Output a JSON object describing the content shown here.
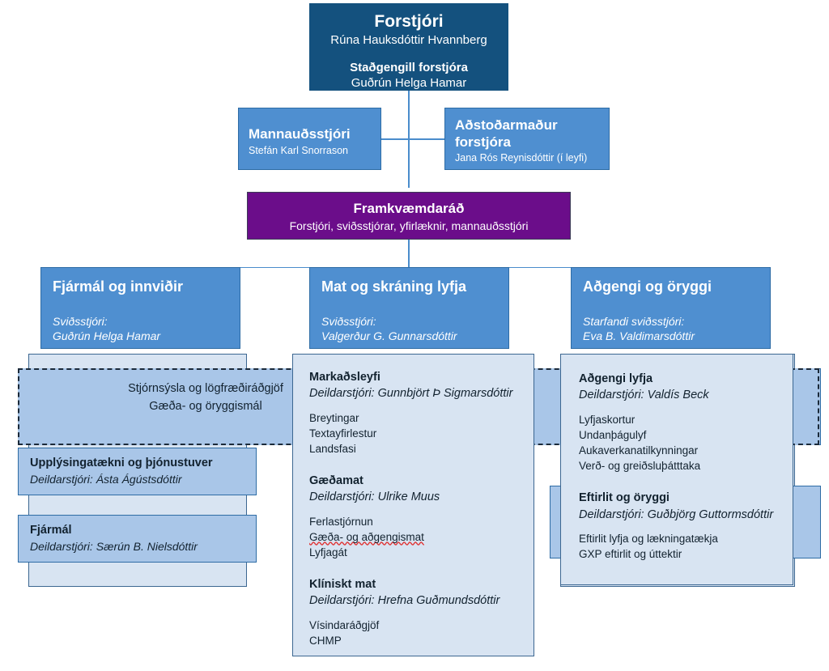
{
  "ceo": {
    "title": "Forstjóri",
    "name": "Rúna Hauksdóttir Hvannberg",
    "deputy_title": "Staðgengill forstjóra",
    "deputy_name": "Guðrún Helga Hamar"
  },
  "staff": [
    {
      "title": "Mannauðsstjóri",
      "name": "Stefán Karl Snorrason"
    },
    {
      "title": "Aðstoðarmaður forstjóra",
      "name": "Jana Rós Reynisdóttir (í leyfi)"
    }
  ],
  "council": {
    "title": "Framkvæmdaráð",
    "members": "Forstjóri, sviðsstjórar, yfirlæknir, mannauðsstjóri"
  },
  "divisions": [
    {
      "title": "Fjármál og innviðir",
      "role_label": "Sviðsstjóri:",
      "manager": "Guðrún Helga Hamar"
    },
    {
      "title": "Mat og skráning lyfja",
      "role_label": "Sviðsstjóri:",
      "manager": "Valgerður G. Gunnarsdóttir"
    },
    {
      "title": "Aðgengi og öryggi",
      "role_label": "Starfandi sviðsstjóri:",
      "manager": "Eva B. Valdimarsdóttir"
    }
  ],
  "dashed_band": {
    "line1": "Stjórnsýsla og lögfræðiráðgjöf",
    "line2": "Gæða- og öryggismál"
  },
  "left_units": [
    {
      "title": "Upplýsingatækni og þjónustuver",
      "manager": "Deildarstjóri: Ásta Ágústsdóttir"
    },
    {
      "title": "Fjármál",
      "manager": "Deildarstjóri: Særún B. Nielsdóttir"
    }
  ],
  "middle_units": [
    {
      "title": "Markaðsleyfi",
      "manager": "Deildarstjóri: Gunnbjört Þ Sigmarsdóttir",
      "items": [
        "Breytingar",
        "Textayfirlestur",
        "Landsfasi"
      ]
    },
    {
      "title": "Gæðamat",
      "manager": "Deildarstjóri: Ulrike Muus",
      "items": [
        "Ferlastjórnun",
        "Gæða- og aðgengismat",
        "Lyfjagát"
      ],
      "misspelled_index": 1
    },
    {
      "title": "Klíniskt mat",
      "manager": "Deildarstjóri: Hrefna Guðmundsdóttir",
      "items": [
        "Vísindaráðgjöf",
        "CHMP"
      ]
    }
  ],
  "right_units": [
    {
      "title": "Aðgengi lyfja",
      "manager": "Deildarstjóri: Valdís Beck",
      "items": [
        "Lyfjaskortur",
        "Undanþágulyf",
        "Aukaverkanatilkynningar",
        "Verð- og greiðsluþátttaka"
      ]
    },
    {
      "title": "Eftirlit og öryggi",
      "manager": "Deildarstjóri: Guðbjörg Guttormsdóttir",
      "items": [
        "Eftirlit lyfja og lækningatækja",
        "GXP eftirlit og úttektir"
      ]
    }
  ],
  "colors": {
    "navy": "#14517E",
    "mid_blue": "#4F8FD0",
    "purple": "#6B0D8A",
    "light_panel": "#D8E4F2",
    "bar_blue": "#A9C6E8",
    "connector": "#4A8CCC"
  }
}
